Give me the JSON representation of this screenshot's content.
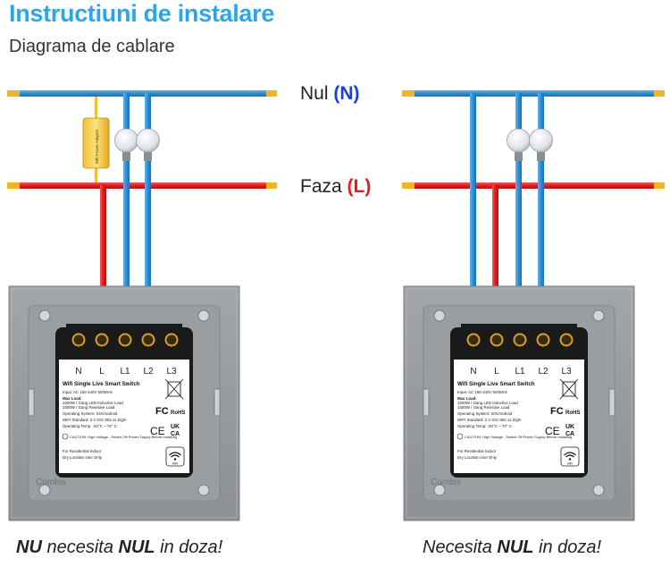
{
  "header": {
    "title": "Instructiuni de instalare",
    "subtitle": "Diagrama de cablare"
  },
  "lines": {
    "neutral": {
      "name": "Nul",
      "tag": "(N)",
      "color": "#2a8fd6"
    },
    "phase": {
      "name": "Faza",
      "tag": "(L)",
      "color": "#e31b1b"
    }
  },
  "capacitor": {
    "text": "Wifi Power Adapter"
  },
  "switch": {
    "terminals": [
      "N",
      "L",
      "L1",
      "L2",
      "L3"
    ],
    "label_title": "Wifi Single Live Smart Switch",
    "specs": [
      "Input: AC 160-240V 50/60Hz",
      "Max Load:",
      "1000W / Gang LED Inductive Load",
      "1500W / Gang Resistive Load",
      "Operating System: iOS/Android",
      "WIFI Standard: 2.4 Ghz 802.11 b/g/n",
      "Operating Temp: -20°C ~ 70° C"
    ],
    "caution": "CAUTION: High Voltage - Switch Off Power Supply Before Installing",
    "usage": [
      "For Residential Indoor",
      "Dry Location Use Only"
    ],
    "marks": {
      "fc": "FC",
      "rohs": "RoHS",
      "ce": "CE",
      "ukca_top": "UK",
      "ukca_bottom": "CA"
    },
    "wifi_badge": "WiFi",
    "brand": "Combis"
  },
  "captions": {
    "left": {
      "bold1": "NU",
      "text1": " necesita ",
      "bold2": "NUL",
      "text2": " in doza!"
    },
    "right": {
      "text1": "Necesita ",
      "bold1": "NUL",
      "text2": " in doza!"
    }
  }
}
